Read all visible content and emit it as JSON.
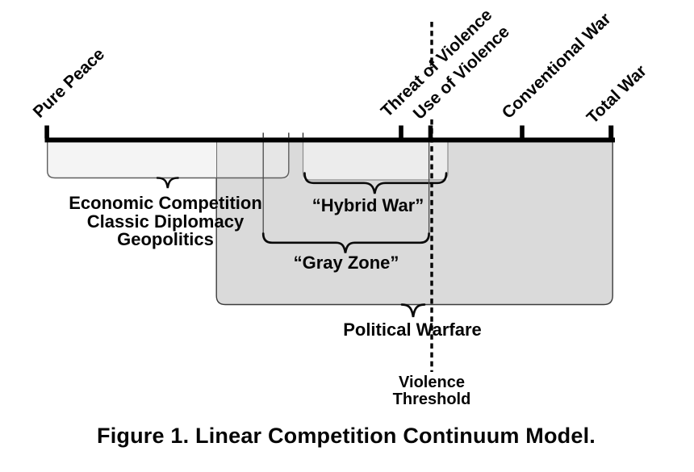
{
  "caption": "Figure 1. Linear Competition Continuum Model.",
  "axis": {
    "points": [
      {
        "label": "Pure Peace"
      },
      {
        "label": "Threat of Violence"
      },
      {
        "label": "Use of Violence"
      },
      {
        "label": "Conventional War"
      },
      {
        "label": "Total War"
      }
    ]
  },
  "regions": {
    "economic": {
      "lines": [
        "Economic Competition",
        "Classic Diplomacy",
        "Geopolitics"
      ]
    },
    "hybrid_war": {
      "label": "“Hybrid War”"
    },
    "gray_zone": {
      "label": "“Gray Zone”"
    },
    "political_warfare": {
      "label": "Political Warfare"
    }
  },
  "threshold": {
    "lines": [
      "Violence",
      "Threshold"
    ]
  },
  "colors": {
    "ink": "#000000",
    "political_fill": "#dadada",
    "economic_fill": "#f4f4f4",
    "economic_overlap_fill": "#e6e6e6",
    "hybrid_fill": "#ececec",
    "page_bg": "#ffffff"
  }
}
